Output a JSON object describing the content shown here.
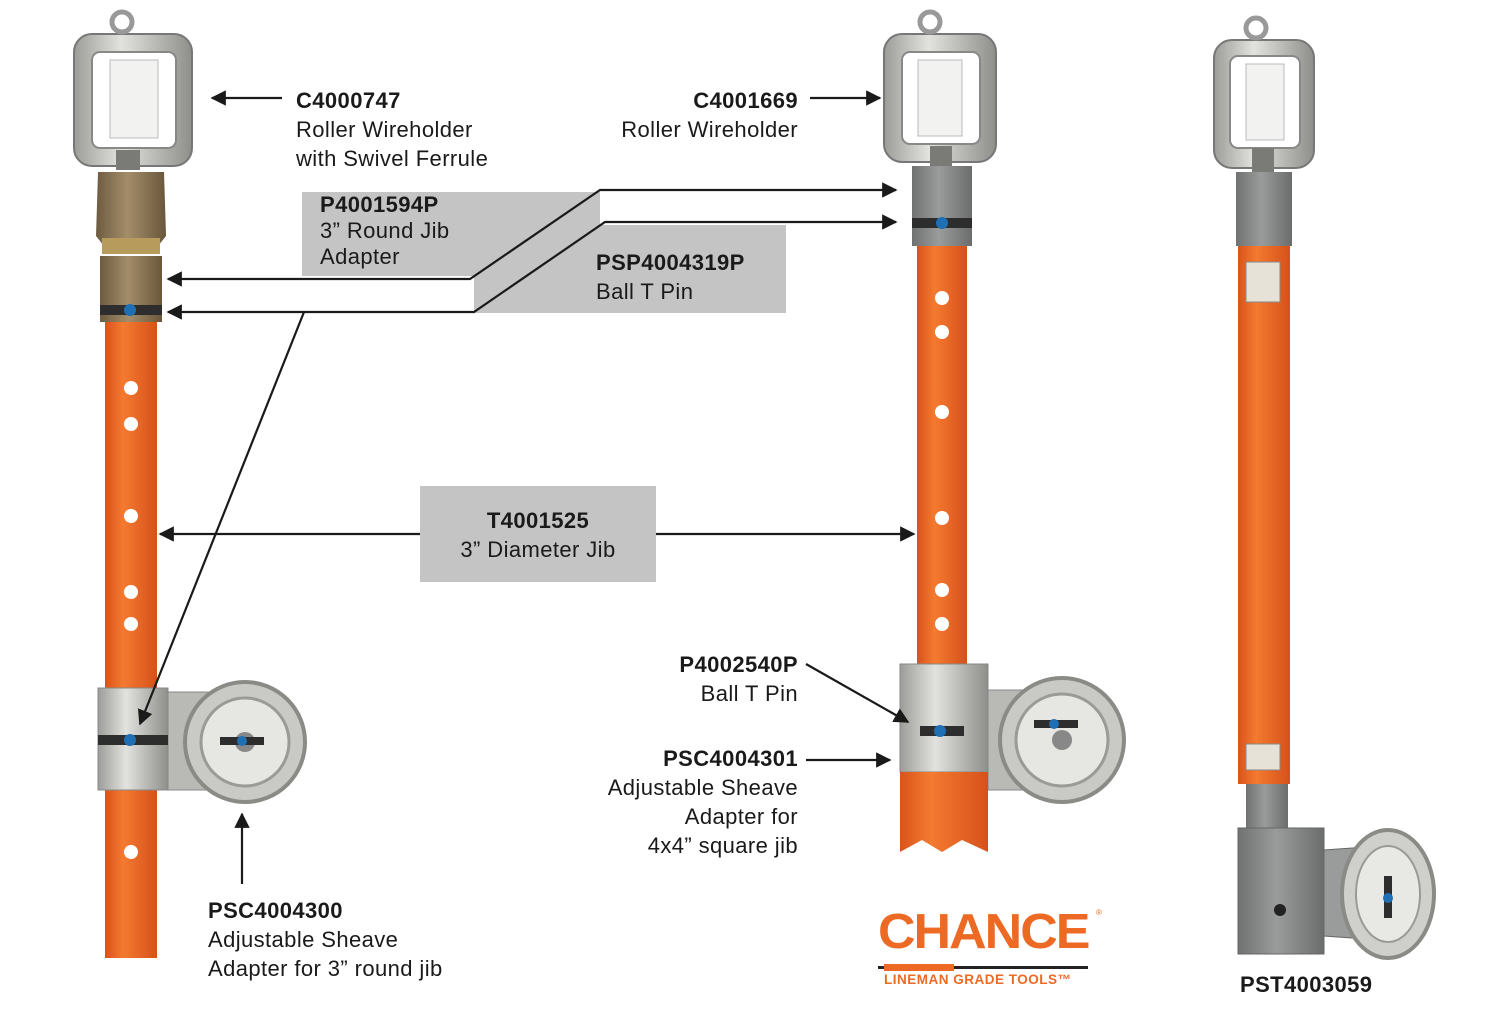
{
  "labels": {
    "c4000747": {
      "code": "C4000747",
      "lines": [
        "Roller Wireholder",
        "with Swivel Ferrule"
      ]
    },
    "c4001669": {
      "code": "C4001669",
      "lines": [
        "Roller Wireholder"
      ]
    },
    "p4001594p": {
      "code": "P4001594P",
      "lines": [
        "3” Round Jib",
        "Adapter"
      ]
    },
    "psp4004319p": {
      "code": "PSP4004319P",
      "lines": [
        "Ball T Pin"
      ]
    },
    "t4001525": {
      "code": "T4001525",
      "lines": [
        "3” Diameter Jib"
      ]
    },
    "p4002540p": {
      "code": "P4002540P",
      "lines": [
        "Ball T Pin"
      ]
    },
    "psc4004301": {
      "code": "PSC4004301",
      "lines": [
        "Adjustable Sheave",
        "Adapter for",
        "4x4” square jib"
      ]
    },
    "psc4004300": {
      "code": "PSC4004300",
      "lines": [
        "Adjustable Sheave",
        "Adapter for 3” round jib"
      ]
    },
    "pst4003059": {
      "code": "PST4003059"
    }
  },
  "logo": {
    "brand": "CHANCE",
    "registered": "®",
    "tagline": "LINEMAN GRADE TOOLS™"
  },
  "colors": {
    "jib_orange": "#ec6a24",
    "callout_gray": "#c4c4c4",
    "aluminum": "#c9c9c5",
    "bronze": "#8a7456",
    "steel_gray": "#8d8f8f"
  }
}
